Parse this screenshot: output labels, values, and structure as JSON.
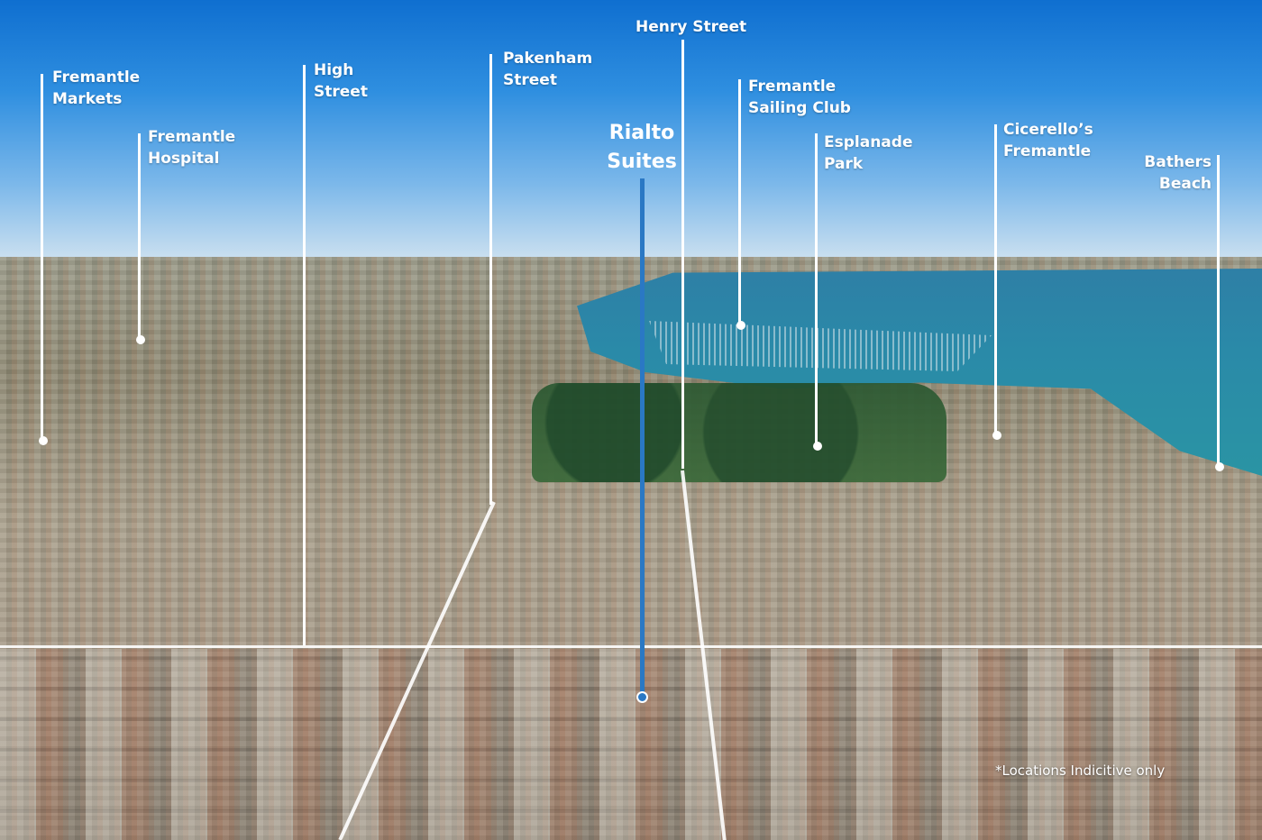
{
  "labels": {
    "fremantle_markets": "Fremantle\nMarkets",
    "fremantle_hospital": "Fremantle\nHospital",
    "high_street": "High\nStreet",
    "pakenham_street": "Pakenham\nStreet",
    "henry_street": "Henry Street",
    "rialto_suites": "Rialto\nSuites",
    "fremantle_sailing_club": "Fremantle\nSailing Club",
    "esplanade_park": "Esplanade\nPark",
    "cicerellos": "Cicerello’s\nFremantle",
    "bathers_beach": "Bathers\nBeach"
  },
  "disclaimer": "*Locations Indicitive only",
  "colors": {
    "label": "#ffffff",
    "highlight": "#2a78c4"
  }
}
